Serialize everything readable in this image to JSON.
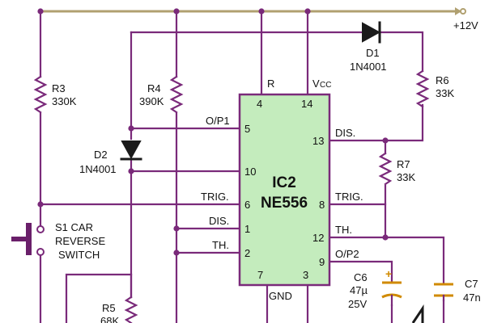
{
  "supply": {
    "label": "+12V"
  },
  "ic": {
    "ref": "IC2",
    "part": "NE556",
    "pins": {
      "p4": {
        "num": "4",
        "name": "R"
      },
      "p14": {
        "num": "14",
        "name": "V",
        "name_sub": "CC"
      },
      "p5": {
        "num": "5",
        "name": "O/P1"
      },
      "p10": {
        "num": "10",
        "name": ""
      },
      "p6": {
        "num": "6",
        "name": "TRIG."
      },
      "p1": {
        "num": "1",
        "name": "DIS."
      },
      "p2": {
        "num": "2",
        "name": "TH."
      },
      "p7": {
        "num": "7",
        "name": "GND"
      },
      "p3": {
        "num": "3",
        "name": ""
      },
      "p13": {
        "num": "13",
        "name": "DIS."
      },
      "p8": {
        "num": "8",
        "name": "TRIG."
      },
      "p12": {
        "num": "12",
        "name": "TH."
      },
      "p9": {
        "num": "9",
        "name": "O/P2"
      }
    }
  },
  "components": {
    "r3": {
      "ref": "R3",
      "value": "330K"
    },
    "r4": {
      "ref": "R4",
      "value": "390K"
    },
    "r5": {
      "ref": "R5",
      "value": "68K"
    },
    "r6": {
      "ref": "R6",
      "value": "33K"
    },
    "r7": {
      "ref": "R7",
      "value": "33K"
    },
    "d1": {
      "ref": "D1",
      "value": "1N4001"
    },
    "d2": {
      "ref": "D2",
      "value": "1N4001"
    },
    "c6": {
      "ref": "C6",
      "value": "47µ",
      "voltage": "25V",
      "polarity": "+"
    },
    "c7": {
      "ref": "C7",
      "value": "47n"
    },
    "s1": {
      "line1": "S1 CAR",
      "line2": "REVERSE",
      "line3": "SWITCH"
    }
  },
  "colors": {
    "wire": "#7a2a7a",
    "chip_fill": "#c4ecbd",
    "rail": "#b0a070",
    "capacitor": "#d08a00"
  }
}
